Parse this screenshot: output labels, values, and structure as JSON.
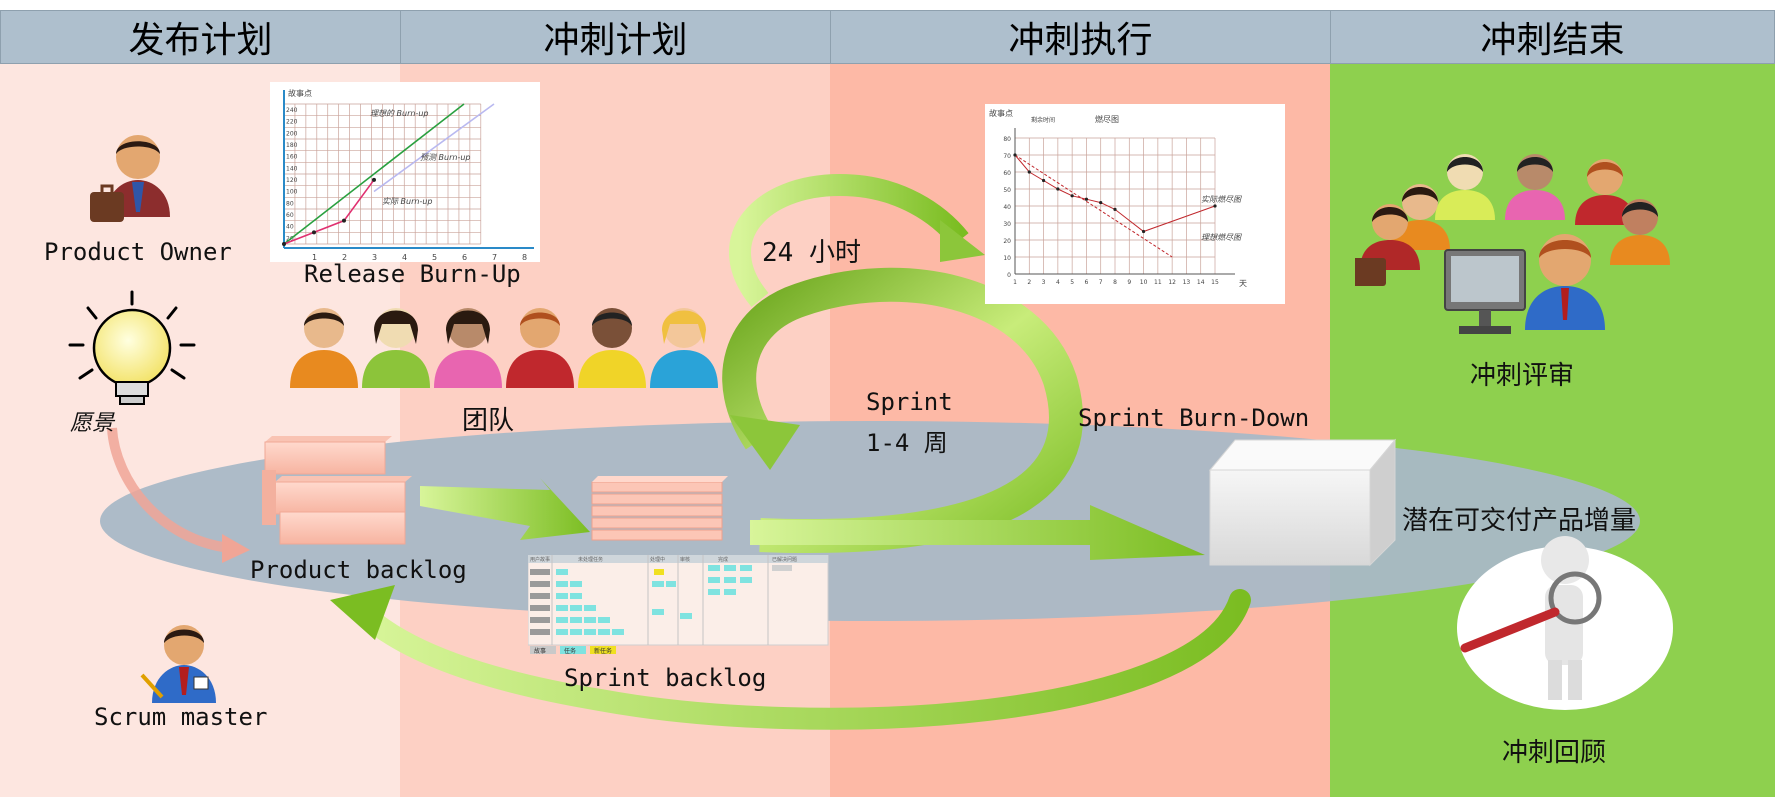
{
  "phases": [
    "发布计划",
    "冲刺计划",
    "冲刺执行",
    "冲刺结束"
  ],
  "colors": {
    "phase1": "#fde6e0",
    "phase2": "#fdd0c4",
    "phase3": "#fdb9a6",
    "phase4": "#8ed04e",
    "header": "#aebfcd",
    "ellipse": "#a9b8c6",
    "arrow_green": "#9bd43c"
  },
  "labels": {
    "product_owner": "Product Owner",
    "vision": "愿景",
    "release_burnup": "Release Burn-Up",
    "team": "团队",
    "product_backlog": "Product backlog",
    "scrum_master": "Scrum master",
    "sprint_backlog": "Sprint backlog",
    "hours": "24 小时",
    "sprint": "Sprint",
    "sprint_weeks": "1-4 周",
    "sprint_burndown": "Sprint Burn-Down",
    "increment": "潜在可交付产品增量",
    "sprint_review": "冲刺评审",
    "sprint_retro": "冲刺回顾"
  },
  "burnup_chart": {
    "ylabel": "故事点",
    "y_ticks": [
      "240",
      "220",
      "200",
      "180",
      "160",
      "140",
      "120",
      "100",
      "80",
      "60",
      "40",
      "20"
    ],
    "x_ticks": [
      "1",
      "2",
      "3",
      "4",
      "5",
      "6",
      "7",
      "8"
    ],
    "annotations": [
      "理想的 Burn-up",
      "预测 Burn-up",
      "实际 Burn-up"
    ],
    "actual": [
      [
        0,
        0
      ],
      [
        1,
        20
      ],
      [
        2,
        40
      ],
      [
        3,
        110
      ]
    ],
    "ideal": [
      [
        0,
        0
      ],
      [
        6,
        240
      ]
    ],
    "forecast": [
      [
        3,
        90
      ],
      [
        7,
        240
      ]
    ],
    "ylim": [
      0,
      240
    ],
    "xlim": [
      0,
      8
    ]
  },
  "burndown_chart": {
    "ylabel": "故事点",
    "ylabel2": "剩余时间",
    "title": "燃尽图",
    "xlabel": "天",
    "y_ticks": [
      "80",
      "70",
      "60",
      "50",
      "40",
      "30",
      "20",
      "10",
      "0"
    ],
    "x_ticks": [
      "1",
      "2",
      "3",
      "4",
      "5",
      "6",
      "7",
      "8",
      "9",
      "10",
      "11",
      "12",
      "13",
      "14",
      "15"
    ],
    "annotations": [
      "实际燃尽图",
      "理想燃尽图"
    ],
    "actual": [
      [
        1,
        70
      ],
      [
        2,
        60
      ],
      [
        3,
        55
      ],
      [
        4,
        50
      ],
      [
        5,
        46
      ],
      [
        6,
        44
      ],
      [
        7,
        42
      ],
      [
        8,
        38
      ],
      [
        10,
        25
      ],
      [
        15,
        40
      ]
    ],
    "ideal": [
      [
        1,
        70
      ],
      [
        12,
        10
      ]
    ],
    "ylim": [
      0,
      80
    ],
    "xlim": [
      1,
      15
    ]
  },
  "taskboard": {
    "headers": [
      "用户故事",
      "未处理任务",
      "处理中",
      "审核",
      "完成",
      "已解决问题"
    ],
    "legend": [
      "故事",
      "任务",
      "新任务"
    ]
  }
}
